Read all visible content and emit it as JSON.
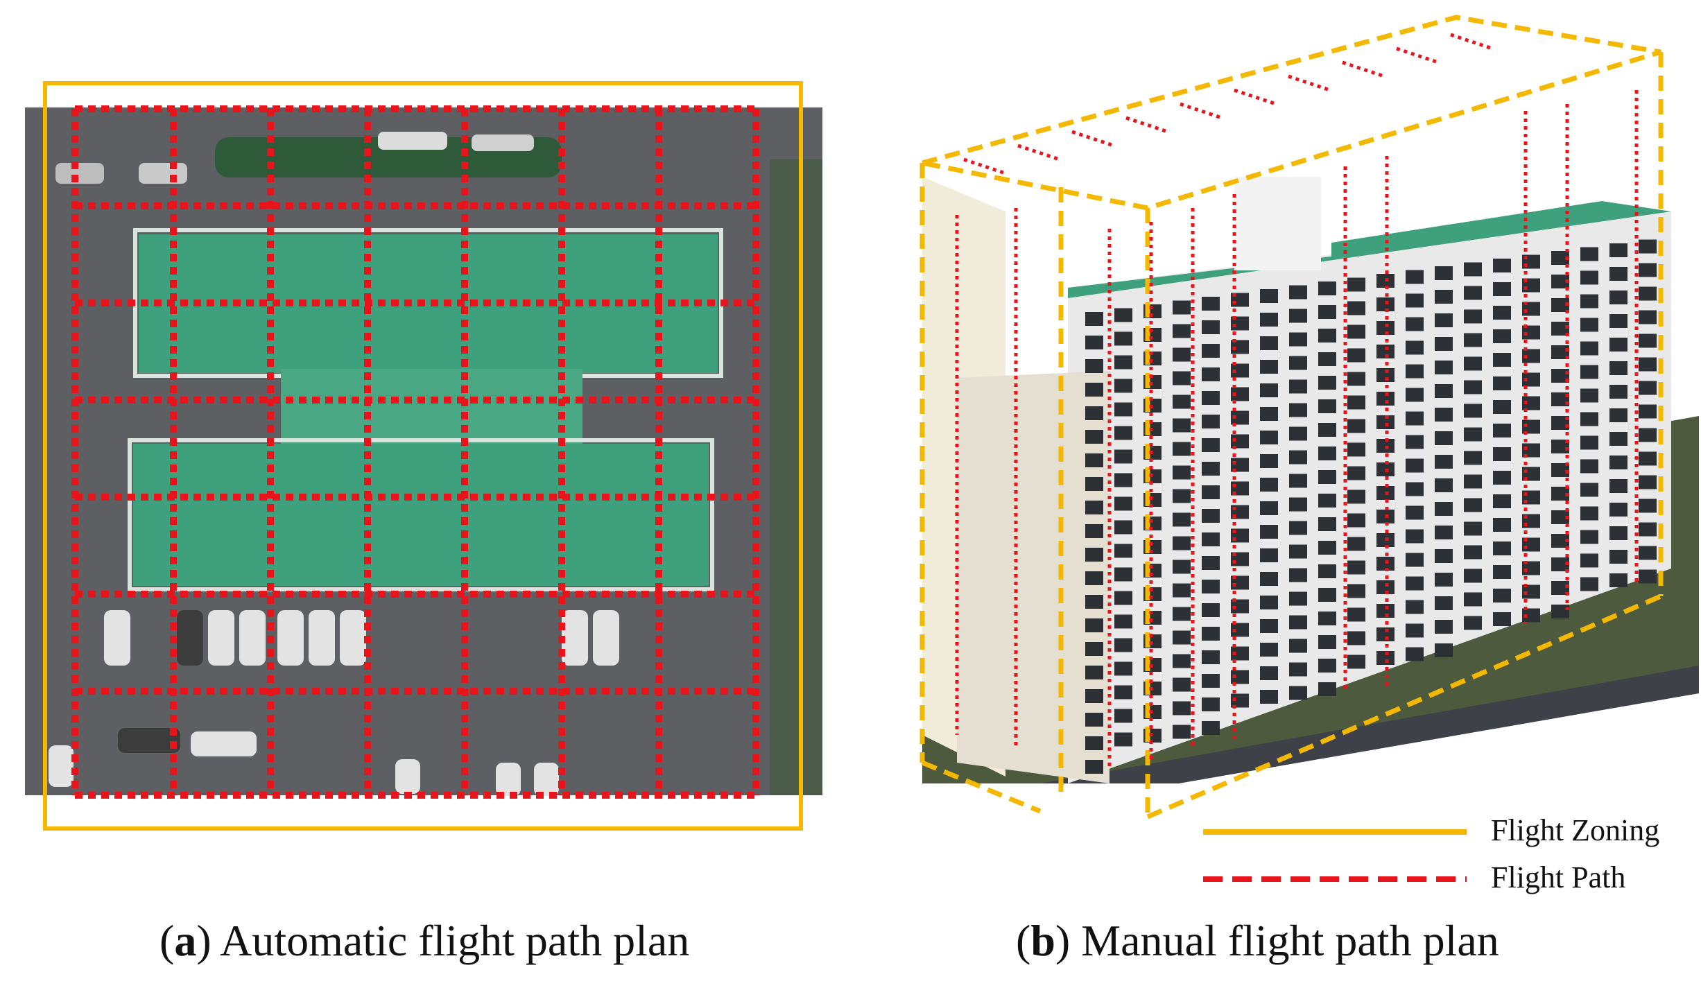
{
  "captions": {
    "a": {
      "letter": "a",
      "text": ") Automatic flight path plan"
    },
    "b": {
      "letter": "b",
      "text": ") Manual flight path plan"
    }
  },
  "legend": {
    "zoning": {
      "label": "Flight Zoning",
      "color": "#f5b800"
    },
    "path": {
      "label": "Flight Path",
      "color": "#e8141c"
    }
  },
  "colors": {
    "roof": "#3fa07e",
    "asphalt": "#5d5f63",
    "facade": "#e9e9ea",
    "window": "#2d3136"
  }
}
